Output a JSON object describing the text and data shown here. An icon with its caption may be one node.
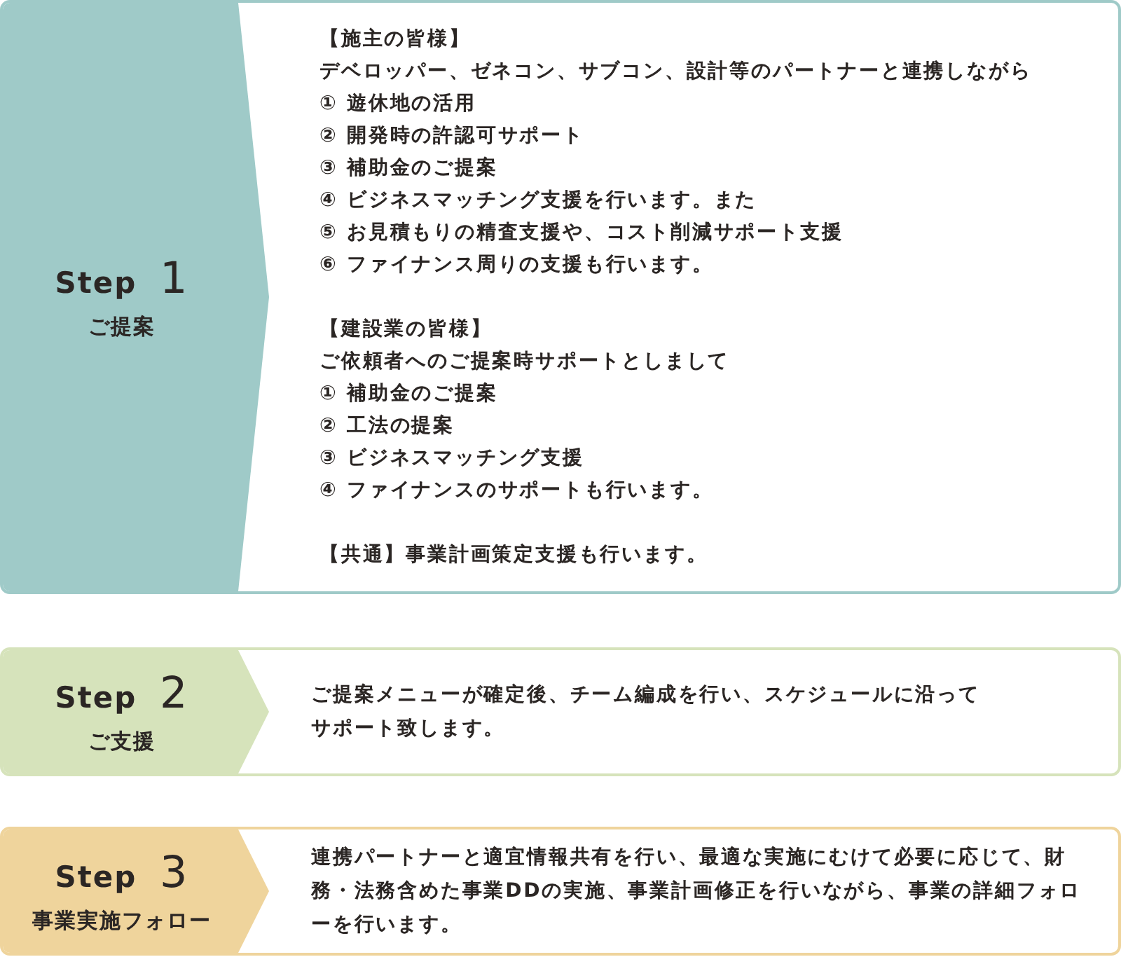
{
  "diagram": {
    "nodes": [
      {
        "text": [
          "【施主の皆様】",
          "デベロッパー、ゼネコン、サブコン、設計等のパートナーと連携しながら",
          "① 遊休地の活用",
          "② 開発時の許認可サポート",
          "③ 補助金のご提案",
          "④ ビジネスマッチング支援を行います。また",
          "⑤ お見積もりの精査支援や、コスト削減サポート支援",
          "⑥ ファイナンス周りの支援も行います。",
          "【建設業の皆様】",
          "ご依頼者へのご提案時サポートとしまして",
          "① 補助金のご提案",
          "② 工法の提案",
          "③ ビジネスマッチング支援",
          "④ ファイナンスのサポートも行います。",
          "【共通】事業計画策定支援も行います。"
        ]
      },
      {
        "text": [
          "Step 1",
          "ご提案"
        ],
        "in": 0
      },
      {
        "text": [
          "ご提案メニューが確定後、チーム編成を行い、スケジュールに沿ってサポート致します。"
        ]
      },
      {
        "text": [
          "Step 2",
          "ご支援"
        ],
        "in": 2
      },
      {
        "text": [
          "連携パートナーと適宜情報共有を行い、最適な実施にむけて必要に応じて、財務・法務含めた事業DDの実施、事業計画修正を行いながら、事業の詳細フォローを行います。"
        ]
      },
      {
        "text": [
          "Step 3",
          "事業実施フォロー"
        ],
        "in": 4
      }
    ]
  }
}
